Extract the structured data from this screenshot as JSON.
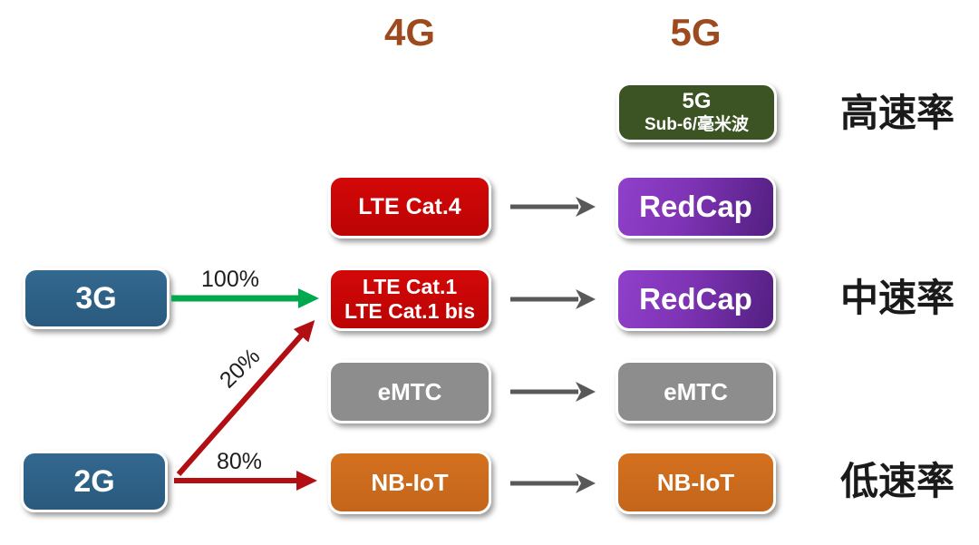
{
  "headers": {
    "col_4g": "4G",
    "col_5g": "5G"
  },
  "tiers": [
    {
      "label": "高速率"
    },
    {
      "label": "中速率"
    },
    {
      "label": "低速率"
    }
  ],
  "left_nodes": [
    {
      "label": "3G"
    },
    {
      "label": "2G"
    }
  ],
  "nodes_4g": [
    {
      "label": "LTE Cat.4"
    },
    {
      "line1": "LTE Cat.1",
      "line2": "LTE Cat.1 bis"
    },
    {
      "label": "eMTC"
    },
    {
      "label": "NB-IoT"
    }
  ],
  "nodes_5g": [
    {
      "line1": "5G",
      "line2": "Sub-6/毫米波"
    },
    {
      "label": "RedCap"
    },
    {
      "label": "RedCap"
    },
    {
      "label": "eMTC"
    },
    {
      "label": "NB-IoT"
    }
  ],
  "migrations": [
    {
      "from": "3G",
      "to": "LTE Cat.1 / LTE Cat.1 bis",
      "percent": "100%",
      "arrow_color": "#00a84e"
    },
    {
      "from": "2G",
      "to": "LTE Cat.1 / LTE Cat.1 bis",
      "percent": "20%",
      "arrow_color": "#b20f14"
    },
    {
      "from": "2G",
      "to": "NB-IoT",
      "percent": "80%",
      "arrow_color": "#b20f14"
    }
  ],
  "colors": {
    "header_text": "#9c4a1e",
    "tier_text": "#1a1a1a",
    "box_blue": "#2e5f86",
    "box_red": "#c40505",
    "box_gray": "#8d8d8d",
    "box_orange": "#cc6a1c",
    "box_green": "#3c5423",
    "box_purple_light": "#9040cb",
    "box_purple_dark": "#521f80",
    "arrow_gray": "#595959",
    "arrow_green": "#00a84e",
    "arrow_red": "#b20f14"
  }
}
